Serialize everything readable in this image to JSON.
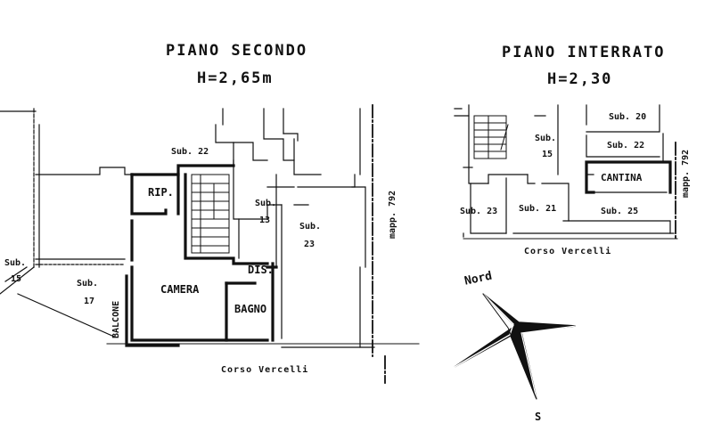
{
  "plans": {
    "second_floor": {
      "title": "PIANO SECONDO",
      "height": "H=2,65m",
      "rooms": {
        "rip": "RIP.",
        "camera": "CAMERA",
        "bagno": "BAGNO",
        "dis": "DIS.",
        "balcone": "BALCONE"
      },
      "subs": {
        "sub22": "Sub. 22",
        "sub13_a": "Sub.",
        "sub13_b": "13",
        "sub23_a": "Sub.",
        "sub23_b": "23",
        "sub17_a": "Sub.",
        "sub17_b": "17",
        "sub15_a": "Sub.",
        "sub15_b": "15"
      },
      "mapp": "mapp. 792",
      "street": "Corso   Vercelli"
    },
    "basement": {
      "title": "PIANO INTERRATO",
      "height": "H=2,30",
      "rooms": {
        "cantina": "CANTINA"
      },
      "subs": {
        "sub20": "Sub. 20",
        "sub22": "Sub. 22",
        "sub15_a": "Sub.",
        "sub15_b": "15",
        "sub23": "Sub. 23",
        "sub21": "Sub. 21",
        "sub25": "Sub. 25"
      },
      "mapp": "mapp. 792",
      "street": "Corso   Vercelli"
    }
  },
  "compass": {
    "north": "Nord",
    "south": "S"
  }
}
